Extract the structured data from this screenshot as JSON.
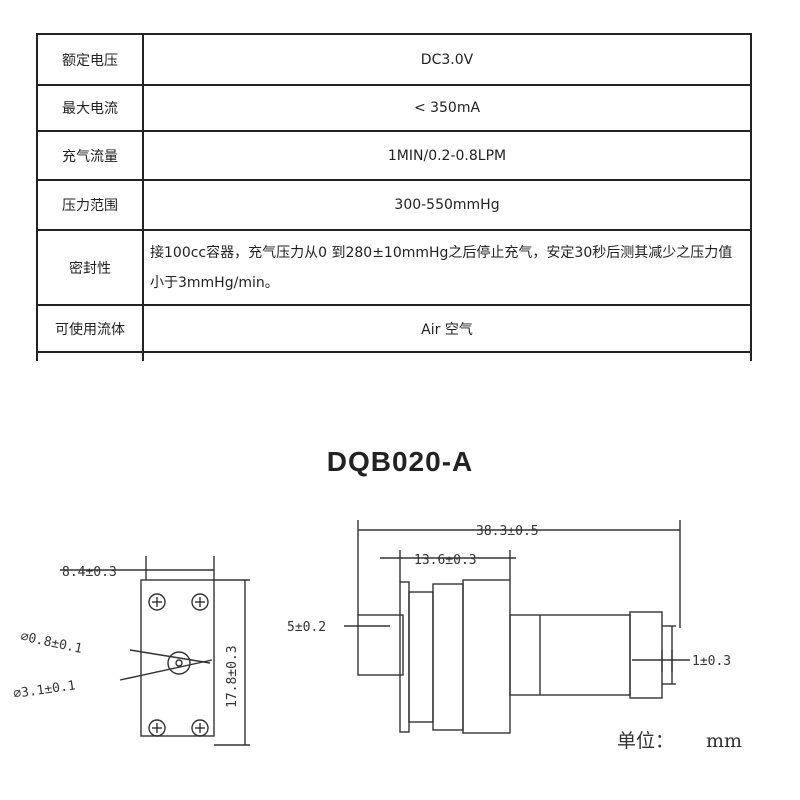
{
  "spec_table": {
    "rows": [
      {
        "label": "额定电压",
        "value": "DC3.0V"
      },
      {
        "label": "最大电流",
        "value": "< 350mA"
      },
      {
        "label": "充气流量",
        "value": "1MIN/0.2-0.8LPM"
      },
      {
        "label": "压力范围",
        "value": "300-550mmHg"
      },
      {
        "label": "密封性",
        "value": "接100cc容器，充气压力从0 到280±10mmHg之后停止充气，安定30秒后测其减少之压力值小于3mmHg/min。"
      },
      {
        "label": "可使用流体",
        "value": "Air 空气"
      }
    ]
  },
  "drawing": {
    "model": "DQB020-A",
    "dimensions": {
      "width_end": "8.4±0.3",
      "height_end": "17.8±0.3",
      "hole_inner": "⌀0.8±0.1",
      "hole_outer": "⌀3.1±0.1",
      "total_length": "38.3±0.5",
      "pump_length": "13.6±0.3",
      "nozzle_length": "5±0.2",
      "terminal": "1±0.3"
    },
    "unit_label": "单位：",
    "unit_value": "mm"
  }
}
